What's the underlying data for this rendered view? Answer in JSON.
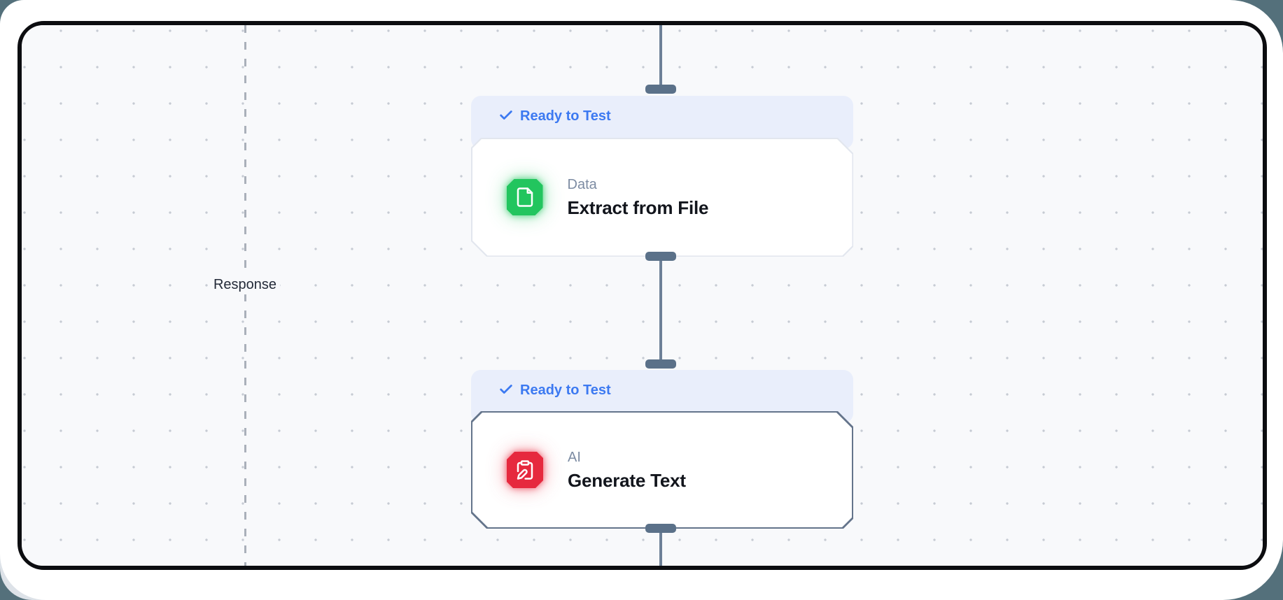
{
  "canvas": {
    "response_label": "Response"
  },
  "nodes": [
    {
      "status": "Ready to Test",
      "category": "Data",
      "title": "Extract from File",
      "icon": "file-icon",
      "accent_color": "#22c55e"
    },
    {
      "status": "Ready to Test",
      "category": "AI",
      "title": "Generate Text",
      "icon": "clipboard-pen-icon",
      "accent_color": "#e6293e"
    }
  ],
  "colors": {
    "status_text": "#3c79f1",
    "status_background": "#e9eefb",
    "connector": "#6d8097",
    "handle": "#5b7189",
    "canvas_background": "#f8f9fb",
    "frame_border": "#0c0d10",
    "backdrop": "#54707b"
  }
}
